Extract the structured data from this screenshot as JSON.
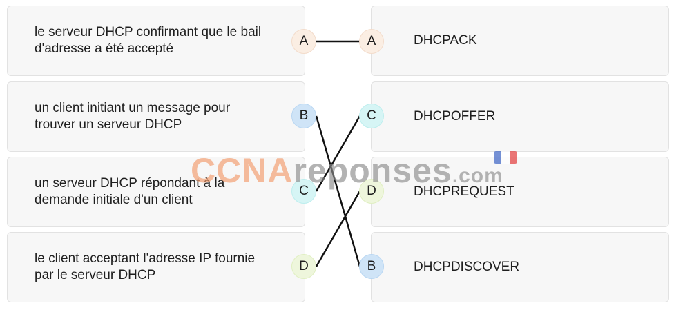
{
  "left_items": [
    {
      "text": "le serveur DHCP confirmant que le bail d'adresse a été accepté",
      "letter": "A"
    },
    {
      "text": "un client initiant un message pour trouver un serveur DHCP",
      "letter": "B"
    },
    {
      "text": "un serveur DHCP répondant à la demande initiale d'un client",
      "letter": "C"
    },
    {
      "text": "le client acceptant l'adresse IP fournie par le serveur DHCP",
      "letter": "D"
    }
  ],
  "right_items": [
    {
      "text": "DHCPACK",
      "letter": "A"
    },
    {
      "text": "DHCPOFFER",
      "letter": "C"
    },
    {
      "text": "DHCPREQUEST",
      "letter": "D"
    },
    {
      "text": "DHCPDISCOVER",
      "letter": "B"
    }
  ],
  "watermark": {
    "part1": "CCNA",
    "part2": "reponses",
    "part3": ".com"
  },
  "colors": {
    "line": "#111111",
    "badge_A": "#fbeee3",
    "badge_B": "#cfe4f7",
    "badge_C": "#d6f5f5",
    "badge_D": "#eef6dc",
    "flag": [
      "#3b63c4",
      "#ffffff",
      "#e23b3b"
    ]
  },
  "icons": {
    "flag": "french-flag-icon"
  }
}
